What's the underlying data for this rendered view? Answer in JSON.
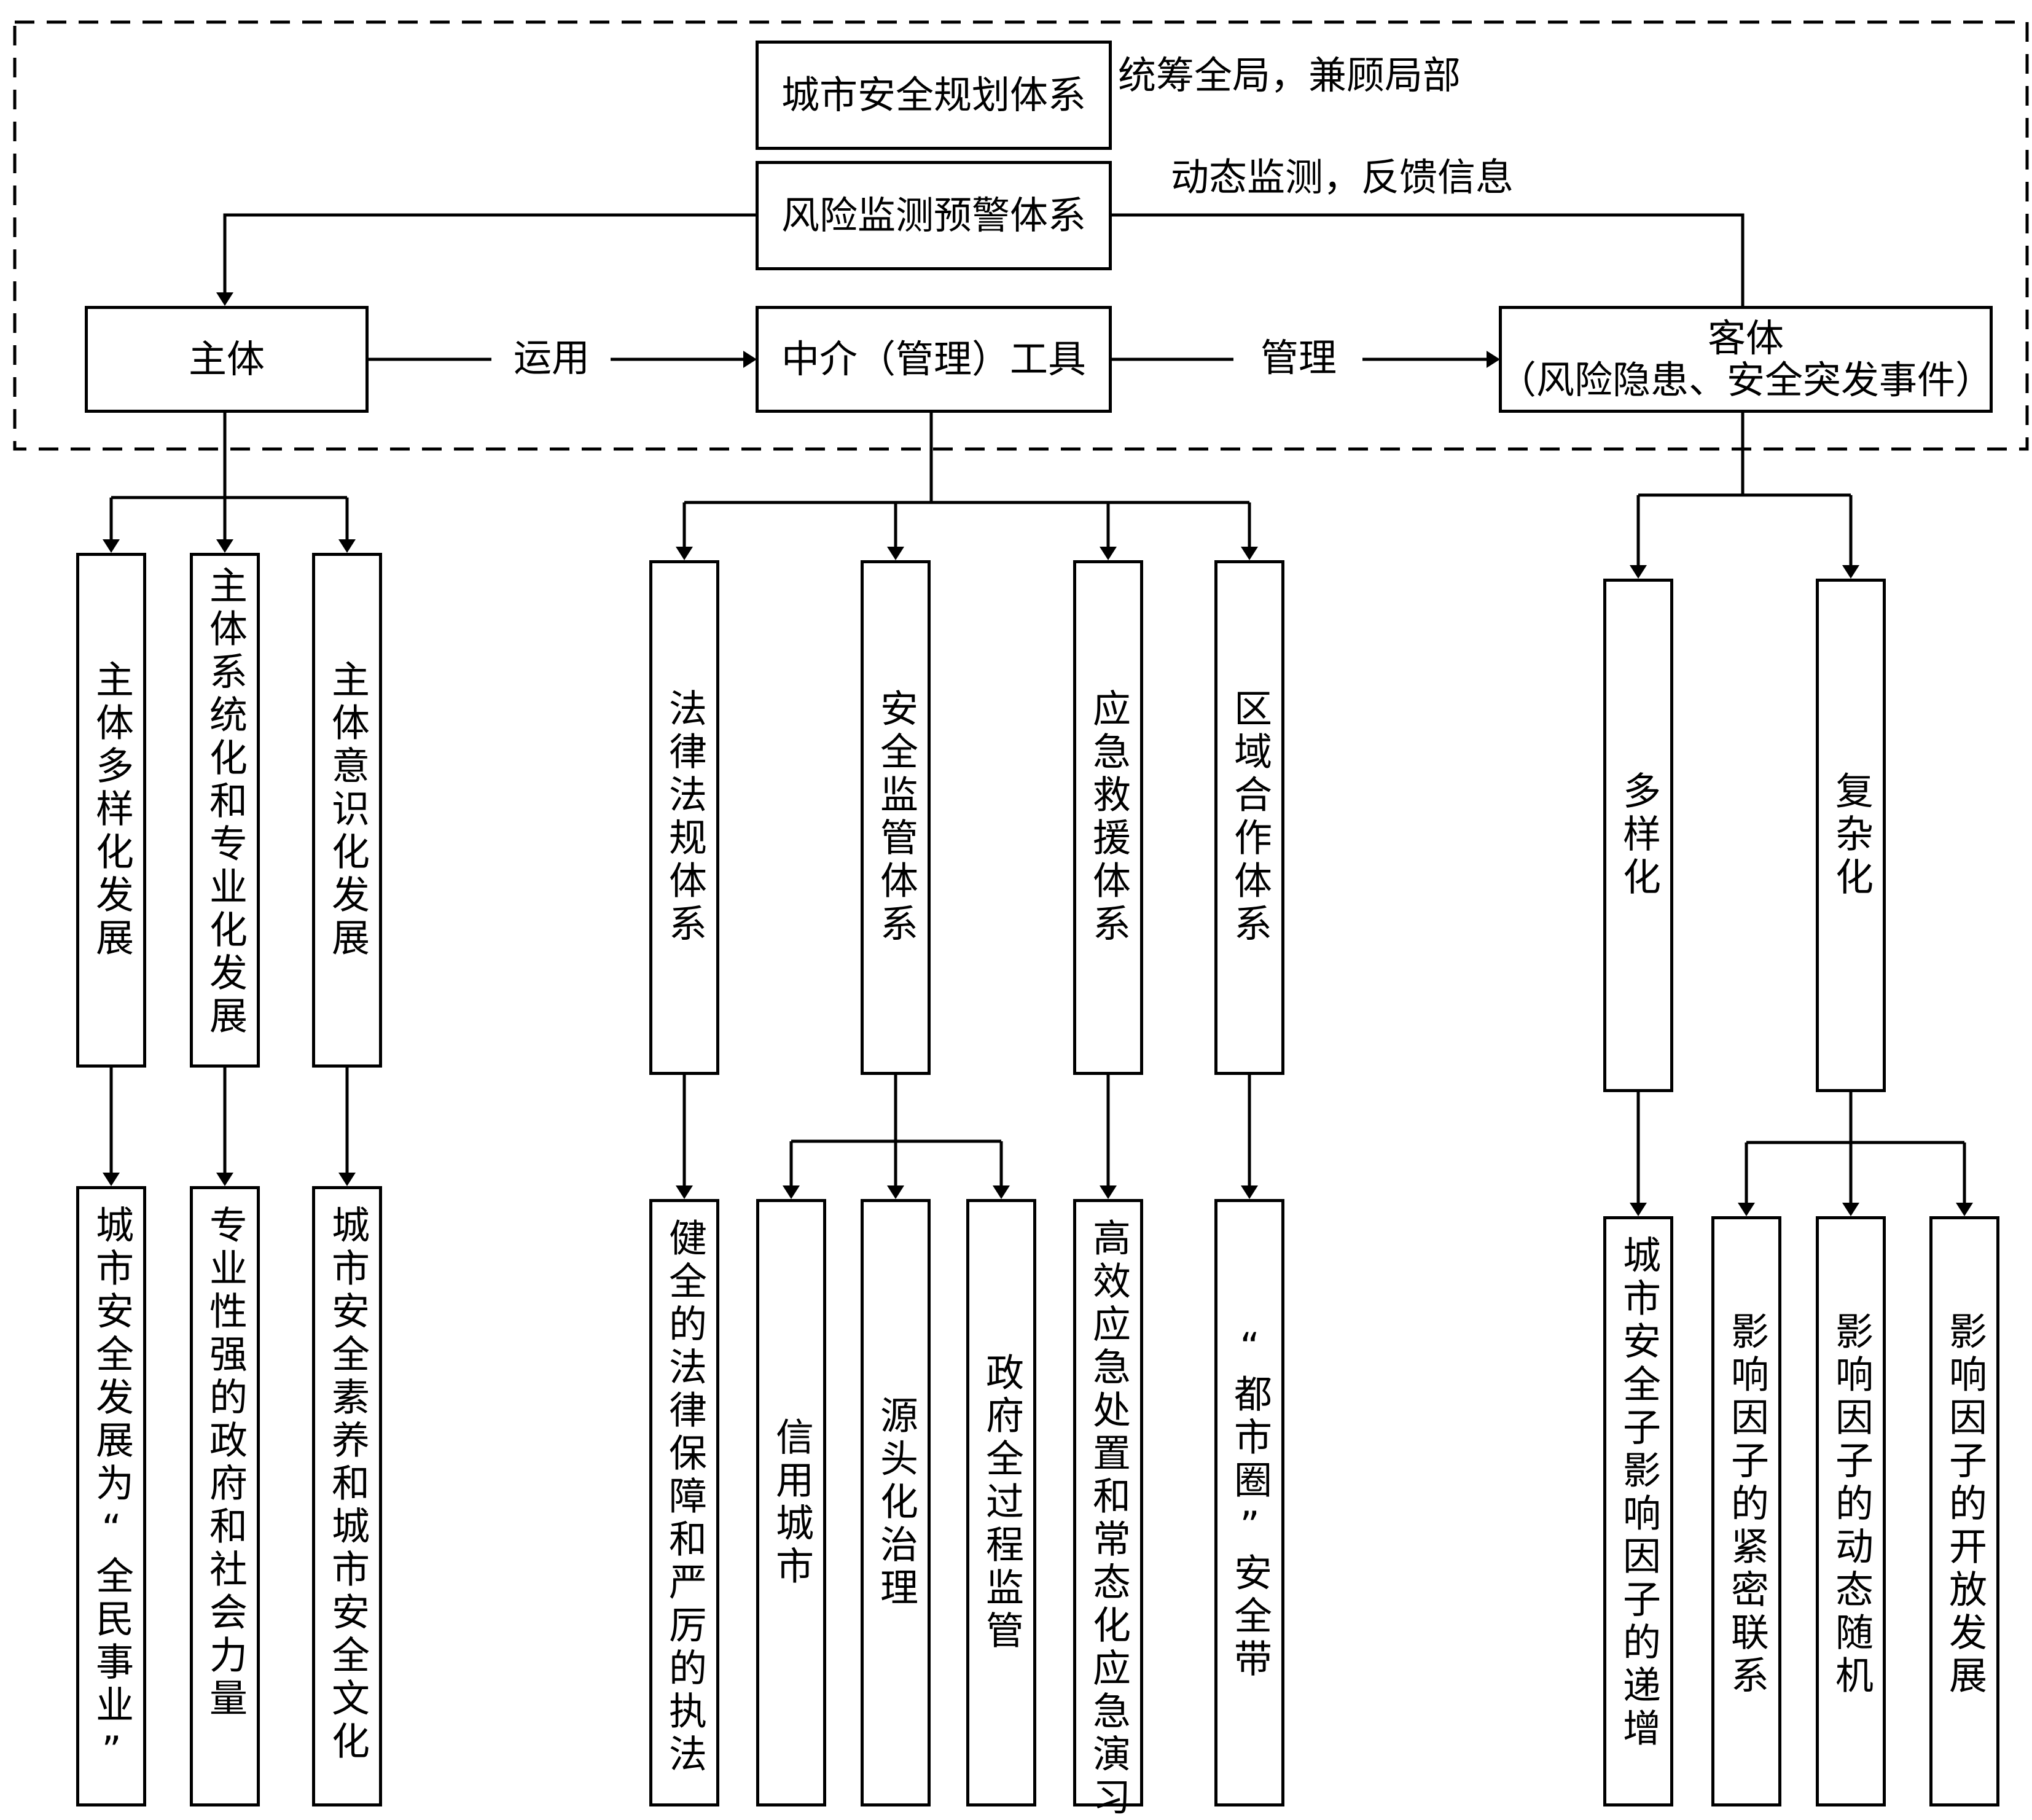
{
  "top": {
    "planning": "城市安全规划体系",
    "planning_note": "统筹全局，兼顾局部",
    "monitoring": "风险监测预警体系",
    "monitoring_note": "动态监测，反馈信息",
    "subject": "主体",
    "use_label": "运用",
    "tools": "中介（管理）工具",
    "manage_label": "管理",
    "object_line1": "客体",
    "object_line2": "（风险隐患、安全突发事件）"
  },
  "subject_branch": {
    "level1": [
      "主体多样化发展",
      "主体系统化和专业化发展",
      "主体意识化发展"
    ],
    "level2": [
      "城市安全发展为“全民事业”",
      "专业性强的政府和社会力量",
      "城市安全素养和城市安全文化"
    ]
  },
  "tools_branch": {
    "level1": [
      "法律法规体系",
      "安全监管体系",
      "应急救援体系",
      "区域合作体系"
    ],
    "level2": [
      "健全的法律保障和严厉的执法",
      "信用城市",
      "源头化治理",
      "政府全过程监管",
      "高效应急处置和常态化应急演习",
      "“都市圈”安全带"
    ]
  },
  "object_branch": {
    "level1": [
      "多样化",
      "复杂化"
    ],
    "level2": [
      "城市安全子影响因子的递增",
      "影响因子的紧密联系",
      "影响因子的动态随机",
      "影响因子的开放发展"
    ]
  }
}
